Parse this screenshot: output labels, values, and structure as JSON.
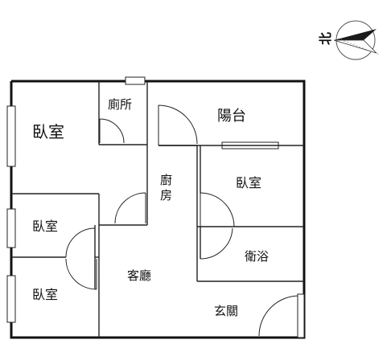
{
  "compass": {
    "label": "北"
  },
  "rooms": {
    "bedroom_top_left": "臥室",
    "toilet": "廁所",
    "balcony": "陽台",
    "kitchen_line1": "廚",
    "kitchen_line2": "房",
    "bedroom_right": "臥室",
    "bedroom_mid_left": "臥室",
    "bathroom": "衛浴",
    "living_room": "客廳",
    "bedroom_bottom_left": "臥室",
    "entrance": "玄關"
  },
  "colors": {
    "wall": "#111111",
    "line": "#222222",
    "background": "#ffffff"
  }
}
